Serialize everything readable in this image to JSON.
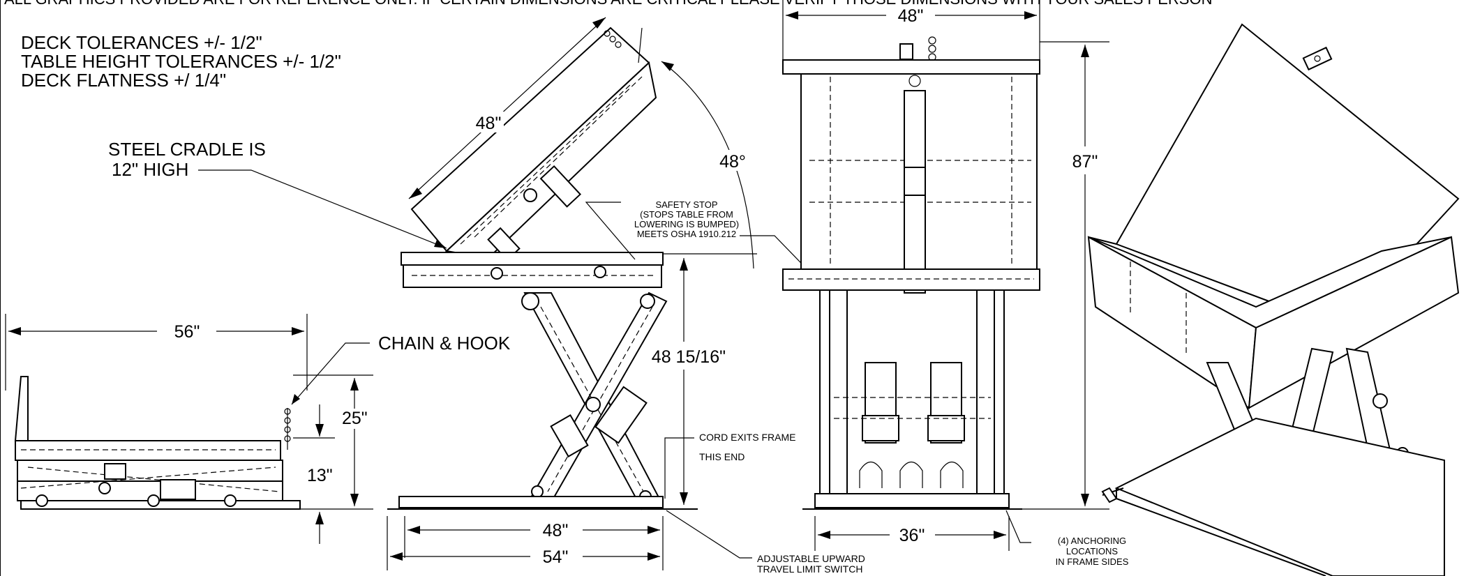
{
  "banner": "ALL GRAPHICS PROVIDED ARE FOR REFERENCE ONLY. IF CERTAIN DIMENSIONS ARE CRITICAL PLEASE VERIFY THOSE DIMENSIONS WITH YOUR SALES PERSON",
  "tolerances": [
    "DECK TOLERANCES +/- 1/2\"",
    "TABLE HEIGHT TOLERANCES +/- 1/2\"",
    "DECK FLATNESS +/ 1/4\""
  ],
  "callouts": {
    "cradle_line1": "STEEL CRADLE IS",
    "cradle_line2": "12\" HIGH",
    "safety_stop": [
      "SAFETY STOP",
      "(STOPS TABLE FROM",
      "LOWERING IS BUMPED)",
      "MEETS OSHA 1910.212"
    ],
    "chain_hook": "CHAIN & HOOK",
    "cord_line1": "CORD EXITS FRAME",
    "cord_line2": "THIS END",
    "limit_line1": "ADJUSTABLE UPWARD",
    "limit_line2": "TRAVEL LIMIT SWITCH",
    "anchor_line1": "(4) ANCHORING",
    "anchor_line2": "LOCATIONS",
    "anchor_line3": "IN FRAME SIDES"
  },
  "dimensions": {
    "deck_tilt_length": "48\"",
    "tilt_angle": "48°",
    "raised_height": "48 15/16\"",
    "base_48": "48\"",
    "base_54": "54\"",
    "collapsed_length": "56\"",
    "collapsed_height": "25\"",
    "lowered_height": "13\"",
    "front_width": "48\"",
    "overall_height": "87\"",
    "base_width": "36\""
  }
}
